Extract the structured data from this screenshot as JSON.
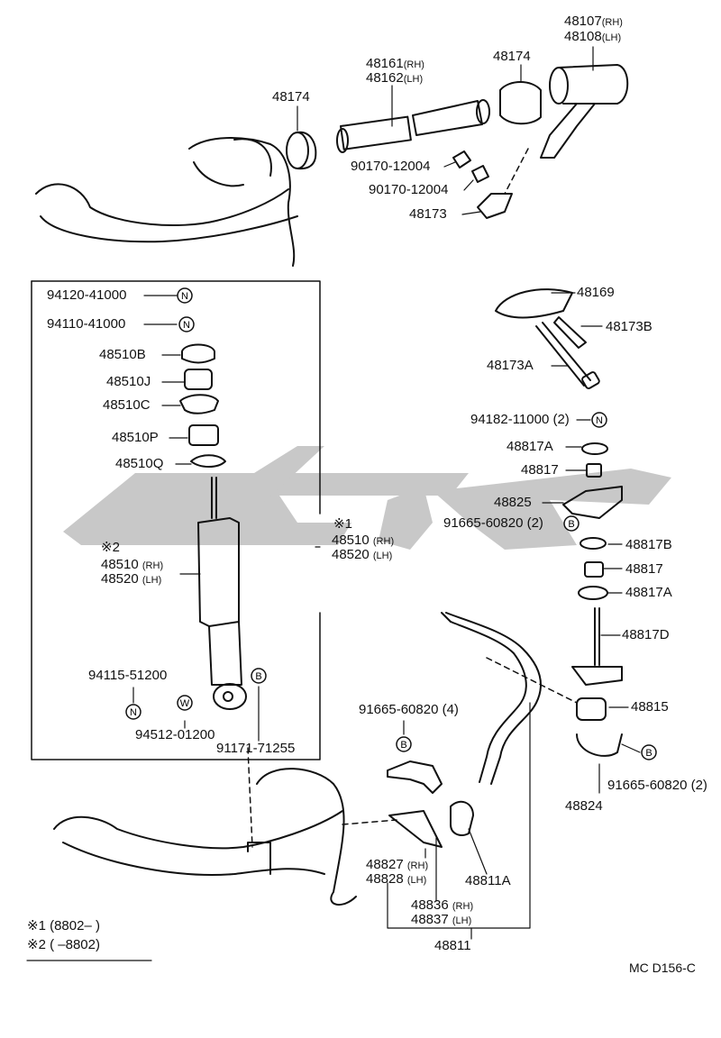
{
  "labels": {
    "p48107": "48107",
    "p48107_side": "(RH)",
    "p48108": "48108",
    "p48108_side": "(LH)",
    "p48161": "48161",
    "p48161_side": "(RH)",
    "p48162": "48162",
    "p48162_side": "(LH)",
    "p48174_left": "48174",
    "p48174_right": "48174",
    "p90170_a": "90170-12004",
    "p90170_b": "90170-12004",
    "p48173": "48173",
    "p94120": "94120-41000",
    "p94110": "94110-41000",
    "p48510B": "48510B",
    "p48510J": "48510J",
    "p48510C": "48510C",
    "p48510P": "48510P",
    "p48510Q": "48510Q",
    "mark2": "※2",
    "p48510_l": "48510",
    "p48510_l_side": "(RH)",
    "p48520_l": "48520",
    "p48520_l_side": "(LH)",
    "mark1": "※1",
    "p48510_r": "48510",
    "p48510_r_side": "(RH)",
    "p48520_r": "48520",
    "p48520_r_side": "(LH)",
    "p94115": "94115-51200",
    "p94512": "94512-01200",
    "p91171": "91171-71255",
    "p48169": "48169",
    "p48173B": "48173B",
    "p48173A": "48173A",
    "p94182": "94182-11000 (2)",
    "p48817A_top": "48817A",
    "p48817_top": "48817",
    "p48825": "48825",
    "p91665_a": "91665-60820 (2)",
    "p48817B": "48817B",
    "p48817_mid": "48817",
    "p48817A_mid": "48817A",
    "p48817D": "48817D",
    "p48815": "48815",
    "p91665_b": "91665-60820 (2)",
    "p48824": "48824",
    "p91665_c": "91665-60820 (4)",
    "p48827": "48827",
    "p48827_side": "(RH)",
    "p48828": "48828",
    "p48828_side": "(LH)",
    "p48811A": "48811A",
    "p48836": "48836",
    "p48836_side": "(RH)",
    "p48837": "48837",
    "p48837_side": "(LH)",
    "p48811": "48811"
  },
  "legend": {
    "row1_mark": "※1",
    "row1_text": "(8802–      )",
    "row2_mark": "※2",
    "row2_text": "(      –8802)"
  },
  "callout_letters": {
    "n": "N",
    "b": "B",
    "w": "W"
  },
  "diagram_code": "MC  D156-C",
  "colors": {
    "ink": "#111111",
    "watermark": "#c8c8c8"
  }
}
